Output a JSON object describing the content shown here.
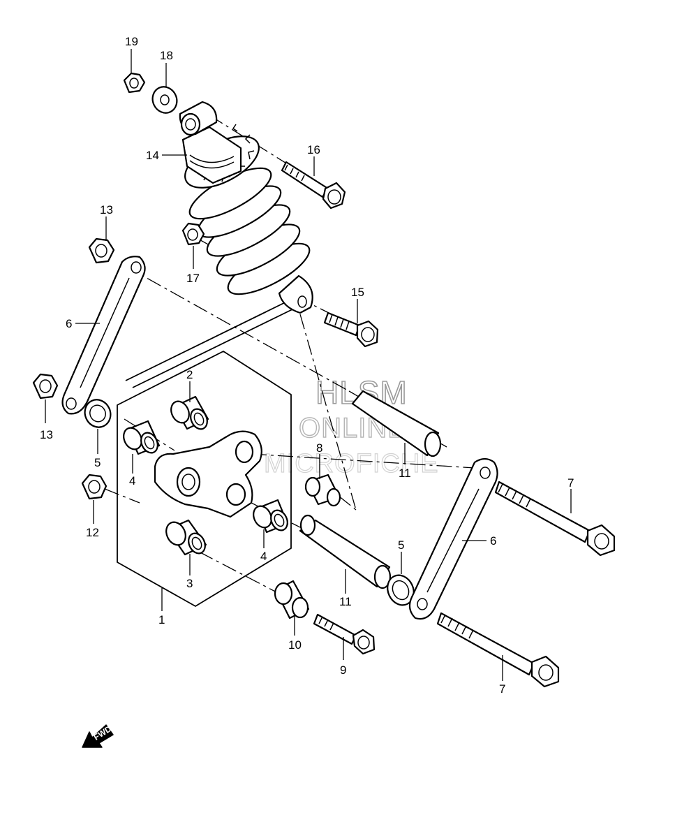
{
  "callouts": [
    {
      "id": "19",
      "label": "19"
    },
    {
      "id": "18",
      "label": "18"
    },
    {
      "id": "16",
      "label": "16"
    },
    {
      "id": "14",
      "label": "14"
    },
    {
      "id": "13a",
      "label": "13"
    },
    {
      "id": "17",
      "label": "17"
    },
    {
      "id": "15",
      "label": "15"
    },
    {
      "id": "6a",
      "label": "6"
    },
    {
      "id": "2",
      "label": "2"
    },
    {
      "id": "13b",
      "label": "13"
    },
    {
      "id": "5a",
      "label": "5"
    },
    {
      "id": "8",
      "label": "8"
    },
    {
      "id": "11a",
      "label": "11"
    },
    {
      "id": "4a",
      "label": "4"
    },
    {
      "id": "7a",
      "label": "7"
    },
    {
      "id": "12",
      "label": "12"
    },
    {
      "id": "6b",
      "label": "6"
    },
    {
      "id": "4b",
      "label": "4"
    },
    {
      "id": "5b",
      "label": "5"
    },
    {
      "id": "3",
      "label": "3"
    },
    {
      "id": "11b",
      "label": "11"
    },
    {
      "id": "1",
      "label": "1"
    },
    {
      "id": "10",
      "label": "10"
    },
    {
      "id": "9",
      "label": "9"
    },
    {
      "id": "7b",
      "label": "7"
    }
  ],
  "watermark": {
    "line1": "HLSM",
    "line2": "ONLINE",
    "line3": "MICROFICHE"
  },
  "fwd_arrow": {
    "label": "FWD",
    "icon": "fwd-arrow-icon"
  }
}
